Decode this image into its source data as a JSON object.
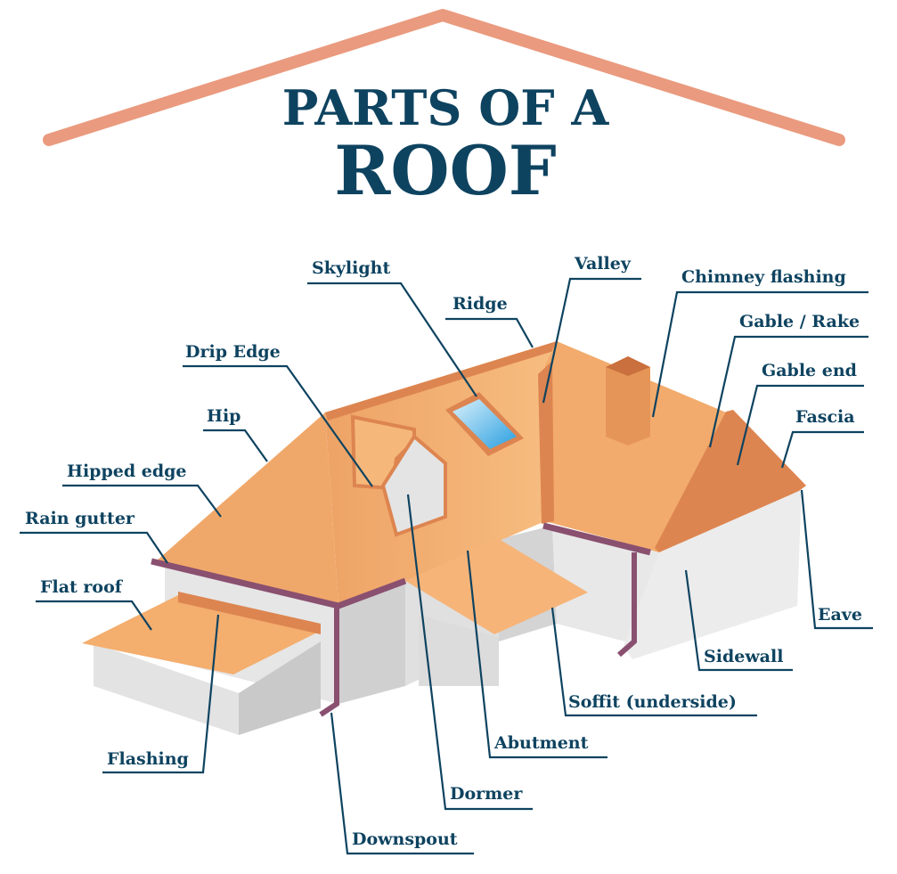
{
  "title": {
    "line1": "PARTS OF A",
    "line2": "ROOF"
  },
  "colors": {
    "navy": "#0e4360",
    "roof_outline": "#ea9a7e",
    "roof": "#eea366",
    "wall": "#e3e3e3",
    "gutter": "#8a5070",
    "skylight": "#5bb8e8"
  },
  "labels": {
    "skylight": "Skylight",
    "valley": "Valley",
    "ridge": "Ridge",
    "chimney_flashing": "Chimney flashing",
    "gable_rake": "Gable / Rake",
    "gable_end": "Gable end",
    "fascia": "Fascia",
    "drip_edge": "Drip Edge",
    "hip": "Hip",
    "hipped_edge": "Hipped edge",
    "rain_gutter": "Rain gutter",
    "flat_roof": "Flat roof",
    "eave": "Eave",
    "sidewall": "Sidewall",
    "soffit": "Soffit (underside)",
    "abutment": "Abutment",
    "flashing": "Flashing",
    "dormer": "Dormer",
    "downspout": "Downspout"
  }
}
